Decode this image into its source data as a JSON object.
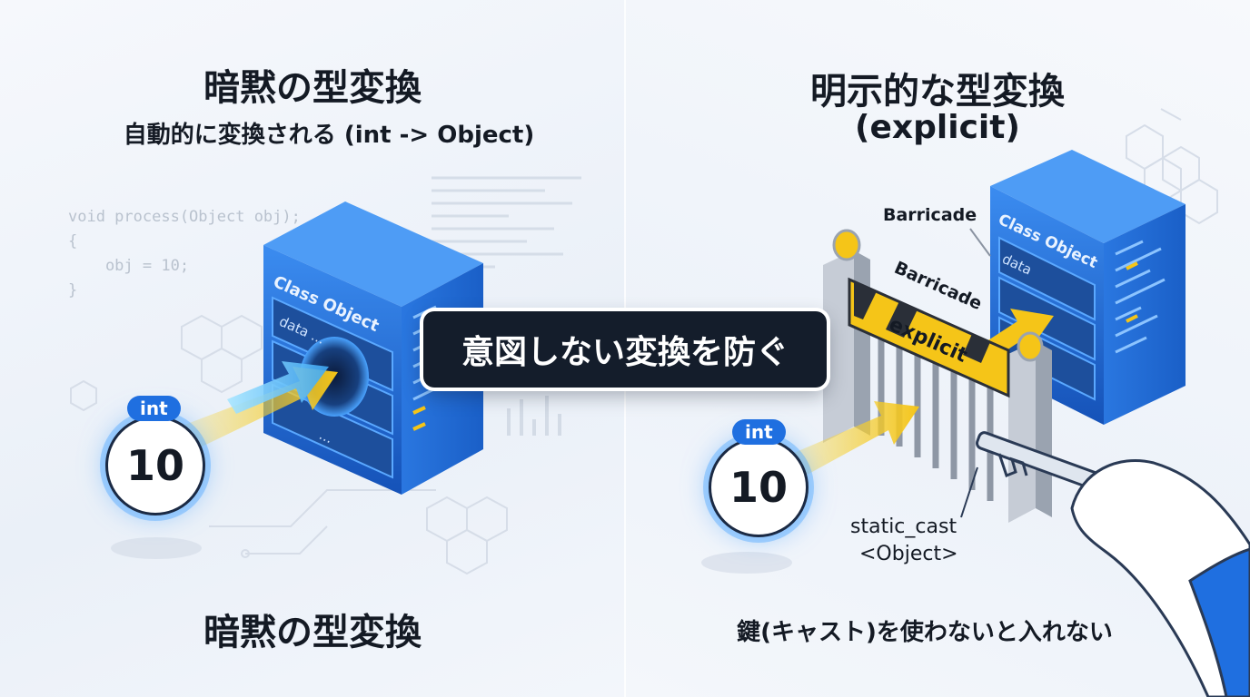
{
  "left": {
    "title": "暗黙の型変換",
    "subtitle": "自動的に変換される (int -> Object)",
    "code": [
      "void process(Object obj);",
      "{",
      "    obj = 10;",
      "}"
    ],
    "server": {
      "title": "Class Object",
      "row1": "data ...",
      "row2": "..."
    },
    "value": {
      "tag": "int",
      "number": "10"
    },
    "caption": "暗黙の型変換"
  },
  "right": {
    "title": "明示的な型変換",
    "subtitle": "(explicit)",
    "barricade_label_top": "Barricade",
    "barricade_label_sign": "Barricade",
    "gate_sign": "explicit",
    "server": {
      "title": "Class Object",
      "row1": "data"
    },
    "value": {
      "tag": "int",
      "number": "10"
    },
    "cast_label_line1": "static_cast",
    "cast_label_line2": "<Object>",
    "caption": "鍵(キャスト)を使わないと入れない"
  },
  "callout": "意図しない変換を防ぐ",
  "colors": {
    "accent": "#1f6fe0",
    "dark": "#141d2b",
    "yellow": "#f5c518",
    "server": "#1e6fd9"
  }
}
